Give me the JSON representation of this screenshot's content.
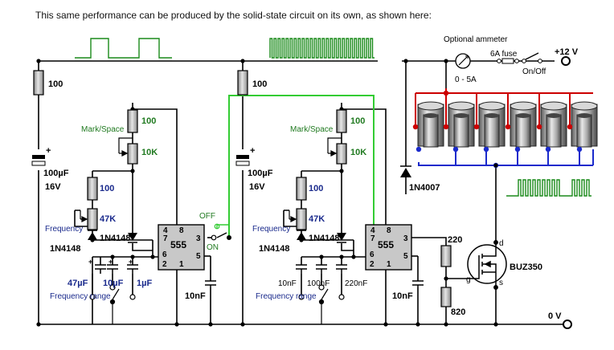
{
  "caption": "This same performance can be produced by the solid-state circuit on its own, as shown here:",
  "power": {
    "supply_label": "+12 V",
    "ground_label": "0 V",
    "fuse_label": "6A fuse",
    "switch_label": "On/Off",
    "ammeter_label": "Optional ammeter",
    "ammeter_range": "0 - 5A"
  },
  "left_stage": {
    "r_top": "100",
    "cap_supply": "100µF",
    "cap_supply_v": "16V",
    "mark_space_label": "Mark/Space",
    "r_mark": "100",
    "pot_mark": "10K",
    "r_freq": "100",
    "pot_freq": "47K",
    "frequency_label": "Frequency",
    "diode_a": "1N4148",
    "diode_b": "1N4148",
    "caps": [
      "47µF",
      "10µF",
      "1µF"
    ],
    "range_label": "Frequency range",
    "chip": "555",
    "cap_pin5": "10nF",
    "switch_off": "OFF",
    "switch_on": "ON"
  },
  "right_stage": {
    "r_top": "100",
    "cap_supply": "100µF",
    "cap_supply_v": "16V",
    "mark_space_label": "Mark/Space",
    "r_mark": "100",
    "pot_mark": "10K",
    "r_freq": "100",
    "pot_freq": "47K",
    "frequency_label": "Frequency",
    "diode_a": "1N4148",
    "diode_b": "1N4148",
    "caps": [
      "10nF",
      "100nF",
      "220nF"
    ],
    "range_label": "Frequency range",
    "chip": "555",
    "cap_pin5": "10nF"
  },
  "output": {
    "r_gate": "220",
    "r_pulldown": "820",
    "mosfet": "BUZ350",
    "pin_d": "d",
    "pin_g": "g",
    "pin_s": "s",
    "protection_diode": "1N4007"
  },
  "pins": {
    "p4": "4",
    "p8": "8",
    "p7": "7",
    "p6": "6",
    "p2": "2",
    "p3": "3",
    "p5": "5",
    "p1": "1"
  },
  "colors": {
    "wire": "#000000",
    "green_link": "#33cc33",
    "red_bus": "#cc0000",
    "blue_bus": "#1a2acc",
    "chip_fill": "#c8c8c8",
    "resistor_fill": "#c0c0c0",
    "green_label": "#207a20",
    "blue_label": "#1a2a8c",
    "waveform": "#1a8a1a"
  }
}
